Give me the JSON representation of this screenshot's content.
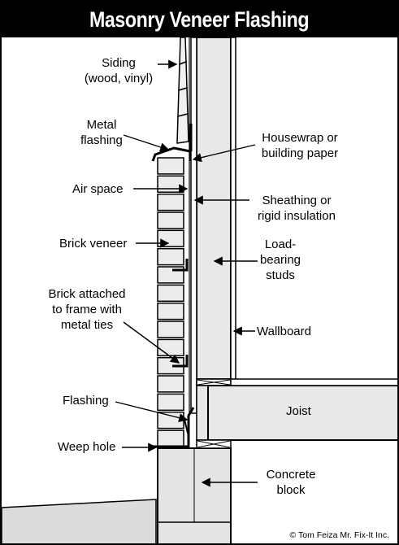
{
  "title": "Masonry Veneer Flashing",
  "labels": {
    "siding": [
      "Siding",
      "(wood, vinyl)"
    ],
    "metal_flashing": [
      "Metal",
      "flashing"
    ],
    "air_space": "Air space",
    "brick_veneer": "Brick veneer",
    "brick_ties": [
      "Brick attached",
      "to frame with",
      "metal ties"
    ],
    "flashing": "Flashing",
    "weep_hole": "Weep hole",
    "housewrap": [
      "Housewrap or",
      "building paper"
    ],
    "sheathing": [
      "Sheathing or",
      "rigid insulation"
    ],
    "studs": [
      "Load-",
      "bearing",
      "studs"
    ],
    "wallboard": "Wallboard",
    "joist": "Joist",
    "concrete": [
      "Concrete",
      "block"
    ]
  },
  "copyright": "© Tom Feiza Mr. Fix-It Inc.",
  "colors": {
    "ink": "#000000",
    "paper": "#ffffff",
    "stud_fill": "#e8e8e8",
    "brick_fill": "#ececec",
    "block_fill": "#e4e4e4",
    "ground_fill": "#dcdcdc"
  }
}
